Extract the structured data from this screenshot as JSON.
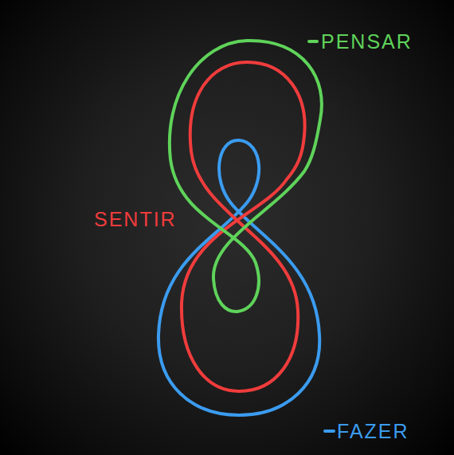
{
  "diagram": {
    "labels": [
      "PENSAR",
      "SENTIR",
      "FAZER"
    ]
  }
}
